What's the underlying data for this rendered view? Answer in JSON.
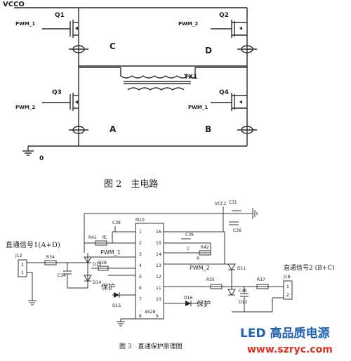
{
  "fig2": {
    "supply": "VCCO",
    "ground": "0",
    "transformer": "TX1",
    "q1": "Q1",
    "q2": "Q2",
    "q3": "Q3",
    "q4": "Q4",
    "pwm_q1": "PWM_1",
    "pwm_q2": "PWM_2",
    "pwm_q3": "PWM_2",
    "pwm_q4": "PWM_1",
    "node_c": "C",
    "node_d": "D",
    "node_a": "A",
    "node_b": "B",
    "caption": "图 2　主电路"
  },
  "fig3": {
    "vcc": "VCC2",
    "c31": "C31",
    "c36": "C36",
    "c38": "C38",
    "c39": "C39",
    "c34": "C34",
    "c35": "C35",
    "m10": "M10",
    "chip": "4528",
    "r41": "R41",
    "r42": "R42",
    "r34": "R34",
    "r35": "R35",
    "r37": "R37",
    "r38": "R38",
    "r_small_a": "R",
    "r_small_b": "R",
    "c_small_a": "C",
    "c_small_b": "C",
    "d11": "D11",
    "d12": "D12",
    "d13": "D13",
    "d14": "D14",
    "d15": "D15",
    "d16": "D16",
    "j12": "J12",
    "j18": "J18",
    "j12_p2": "2",
    "j12_p1": "1",
    "j18_p1": "1",
    "j18_p2": "2",
    "pwm1": "PWM_1",
    "pwm2": "PWM_2",
    "sig1": "直通信号1(A+D)",
    "sig2": "直通信号2 (B+C)",
    "prot_left": "保护",
    "prot_right": "保护",
    "pins_left": [
      "1",
      "2",
      "3",
      "4",
      "5",
      "6",
      "7",
      "8"
    ],
    "pins_right": [
      "16",
      "15",
      "14",
      "13",
      "12",
      "11",
      "10",
      "9"
    ],
    "caption": "图 3　直通保护原理图"
  },
  "brand": {
    "line1": "LED 高品质电源",
    "line2": "www.szryc.com",
    "color1": "#1e5fb4",
    "color2": "#e0301e"
  }
}
